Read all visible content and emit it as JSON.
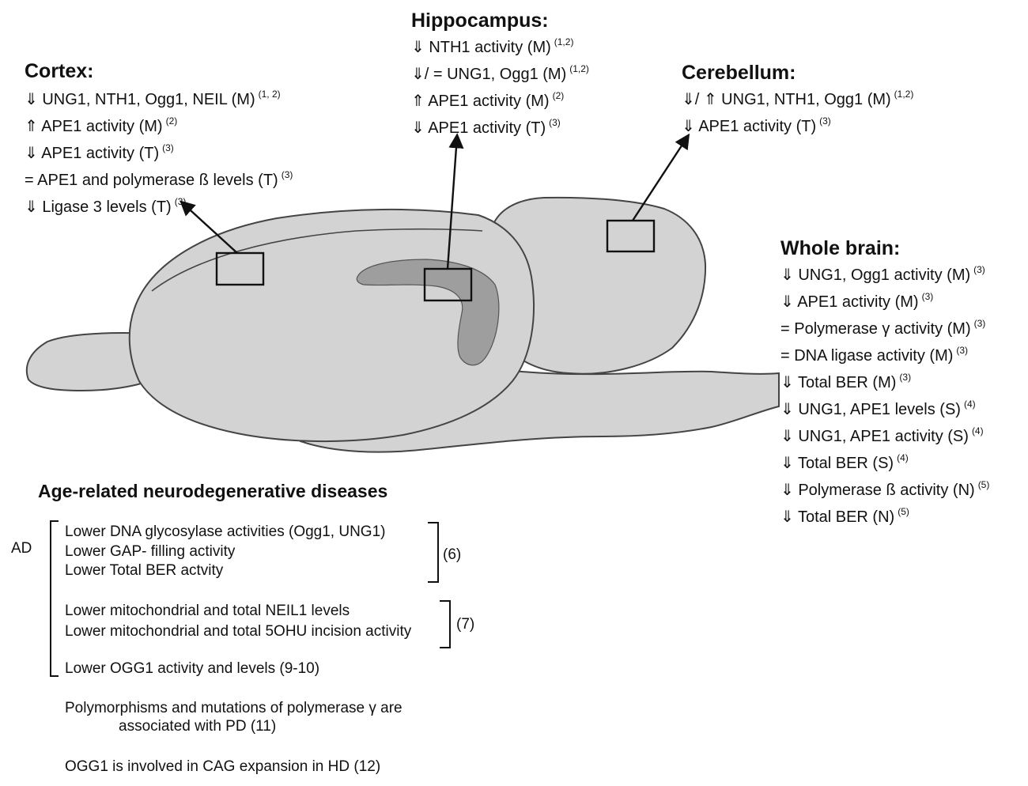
{
  "regions": {
    "cortex": {
      "title": "Cortex:",
      "items": [
        {
          "text": "⇓ UNG1, NTH1, Ogg1, NEIL  (M)",
          "ref": "(1, 2)"
        },
        {
          "text": "⇑ APE1 activity (M)",
          "ref": "(2)"
        },
        {
          "text": "⇓ APE1 activity (T)",
          "ref": "(3)"
        },
        {
          "text": "= APE1 and polymerase ß levels (T)",
          "ref": "(3)"
        },
        {
          "text": "⇓ Ligase 3  levels (T)",
          "ref": "(3)"
        }
      ]
    },
    "hippocampus": {
      "title": "Hippocampus:",
      "items": [
        {
          "text": "⇓ NTH1 activity (M)",
          "ref": "(1,2)"
        },
        {
          "text": "⇓/ = UNG1, Ogg1  (M)",
          "ref": "(1,2)"
        },
        {
          "text": "⇑ APE1 activity  (M)",
          "ref": "(2)"
        },
        {
          "text": "⇓ APE1 activity (T)",
          "ref": "(3)"
        }
      ]
    },
    "cerebellum": {
      "title": "Cerebellum:",
      "items": [
        {
          "text": "⇓/ ⇑ UNG1, NTH1, Ogg1 (M)",
          "ref": "(1,2)"
        },
        {
          "text": "⇓ APE1 activity (T)",
          "ref": "(3)"
        }
      ]
    },
    "whole_brain": {
      "title": "Whole brain:",
      "items": [
        {
          "text": "⇓ UNG1, Ogg1 activity (M)",
          "ref": "(3)"
        },
        {
          "text": "⇓ APE1 activity (M)",
          "ref": "(3)"
        },
        {
          "text": "= Polymerase γ activity (M)",
          "ref": "(3)"
        },
        {
          "text": "= DNA ligase activity (M)",
          "ref": "(3)"
        },
        {
          "text": "⇓ Total BER (M)",
          "ref": "(3)"
        },
        {
          "text": "⇓ UNG1, APE1 levels (S)",
          "ref": "(4)"
        },
        {
          "text": "⇓ UNG1, APE1 activity (S)",
          "ref": "(4)"
        },
        {
          "text": "⇓ Total BER (S)",
          "ref": "(4)"
        },
        {
          "text": "⇓ Polymerase ß activity (N)",
          "ref": "(5)"
        },
        {
          "text": "⇓ Total BER  (N)",
          "ref": "(5)"
        }
      ]
    }
  },
  "diseases": {
    "title": "Age-related neurodegenerative diseases",
    "ad_label": "AD",
    "group1": {
      "items": [
        "Lower DNA glycosylase activities (Ogg1, UNG1)",
        "Lower GAP- filling activity",
        "Lower Total BER actvity"
      ],
      "ref": "(6)"
    },
    "group2": {
      "items": [
        "Lower mitochondrial and total NEIL1 levels",
        "Lower mitochondrial and total 5OHU incision activity"
      ],
      "ref": "(7)"
    },
    "ogg1_line": "Lower OGG1 activity and levels (9-10)",
    "pd_line1": "Polymorphisms and mutations of polymerase γ are",
    "pd_line2": "associated with PD (11)",
    "hd_line": "OGG1 is involved in CAG expansion in HD (12)"
  },
  "colors": {
    "brain_fill": "#d3d3d3",
    "brain_stroke": "#444444",
    "ventricle_fill": "#9e9e9e",
    "text": "#111111"
  }
}
